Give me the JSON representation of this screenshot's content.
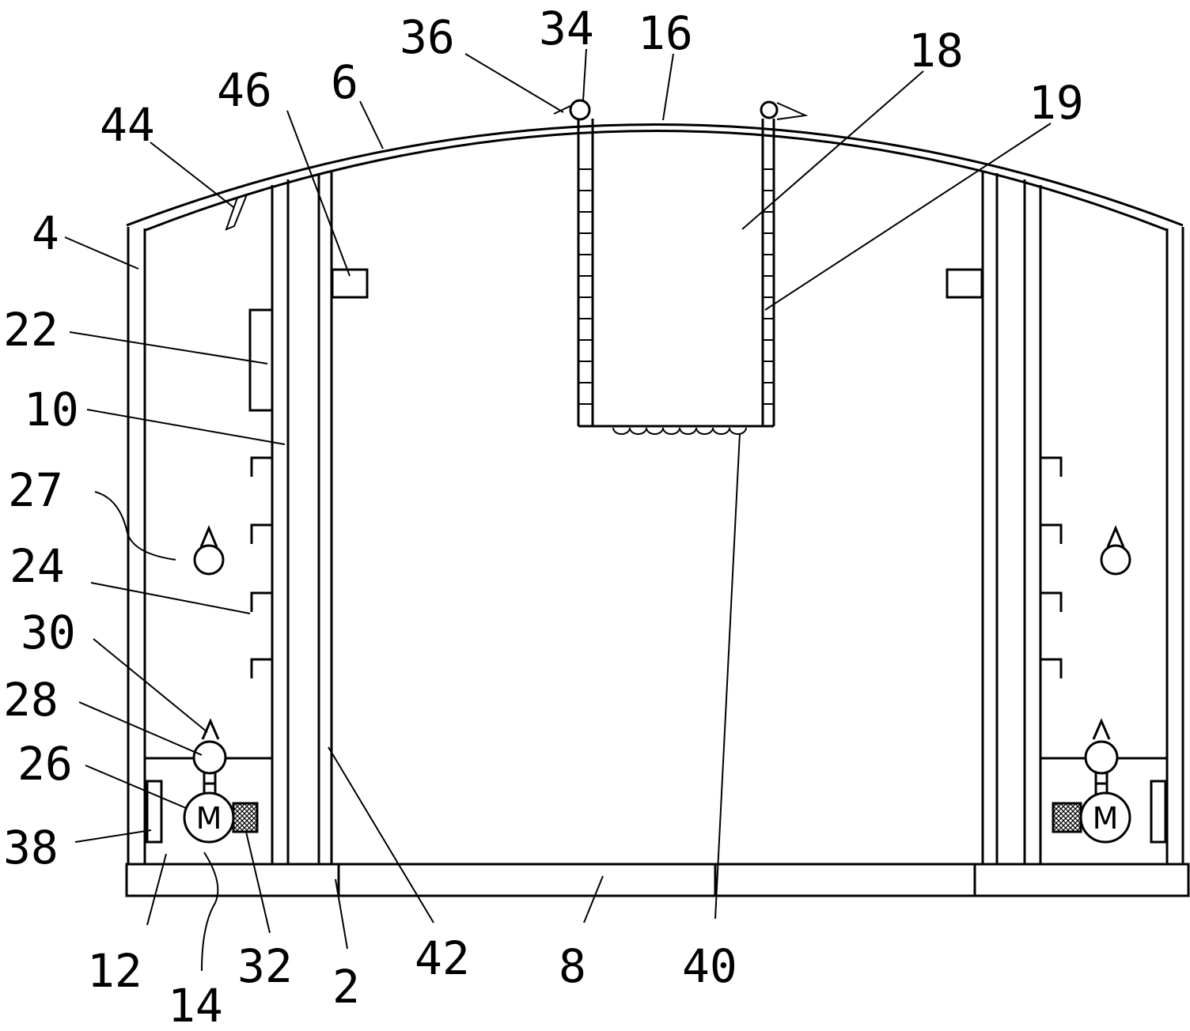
{
  "figure": {
    "labels": [
      "36",
      "34",
      "16",
      "18",
      "19",
      "46",
      "6",
      "44",
      "4",
      "22",
      "10",
      "27",
      "24",
      "30",
      "28",
      "26",
      "38",
      "12",
      "14",
      "32",
      "2",
      "42",
      "8",
      "40"
    ],
    "motor_label": "M"
  }
}
